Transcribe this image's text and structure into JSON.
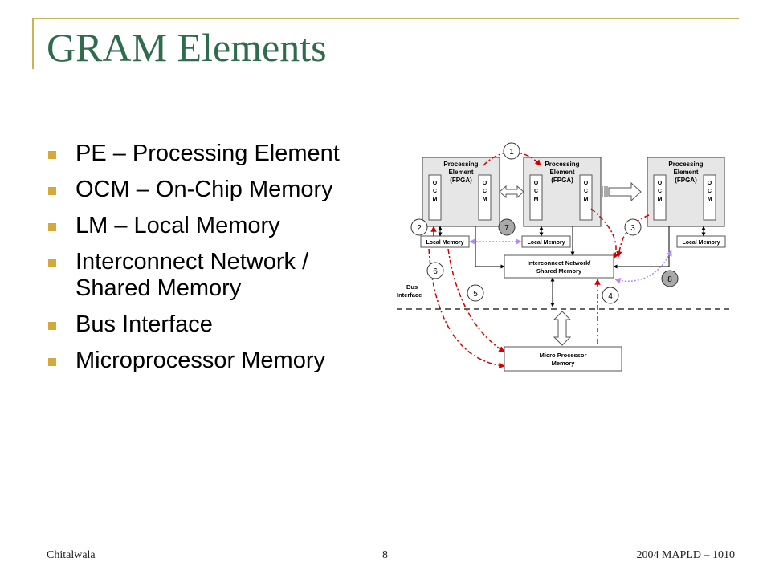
{
  "slide": {
    "title": "GRAM Elements",
    "bullets": [
      "PE – Processing Element",
      "OCM – On-Chip Memory",
      "LM – Local Memory",
      "Interconnect Network / Shared Memory",
      "Bus Interface",
      "Microprocessor Memory"
    ]
  },
  "diagram": {
    "pe_label_line1": "Processing",
    "pe_label_line2": "Element",
    "pe_label_line3": "(FPGA)",
    "ocm_letters": [
      "O",
      "C",
      "M"
    ],
    "local_memory": "Local Memory",
    "interconnect_line1": "Interconnect Network/",
    "interconnect_line2": "Shared Memory",
    "micro_line1": "Micro Processor",
    "micro_line2": "Memory",
    "bus_line1": "Bus",
    "bus_line2": "Interface",
    "steps": [
      "1",
      "2",
      "3",
      "4",
      "5",
      "6",
      "7",
      "8"
    ]
  },
  "footer": {
    "left": "Chitalwala",
    "center": "8",
    "right": "2004 MAPLD – 1010"
  },
  "colors": {
    "title": "#2f6b4d",
    "bullet_marker": "#d4a93a",
    "frame": "#c9b458",
    "red_arrows": "#d10000",
    "purple_arrows": "#b38cf2"
  }
}
